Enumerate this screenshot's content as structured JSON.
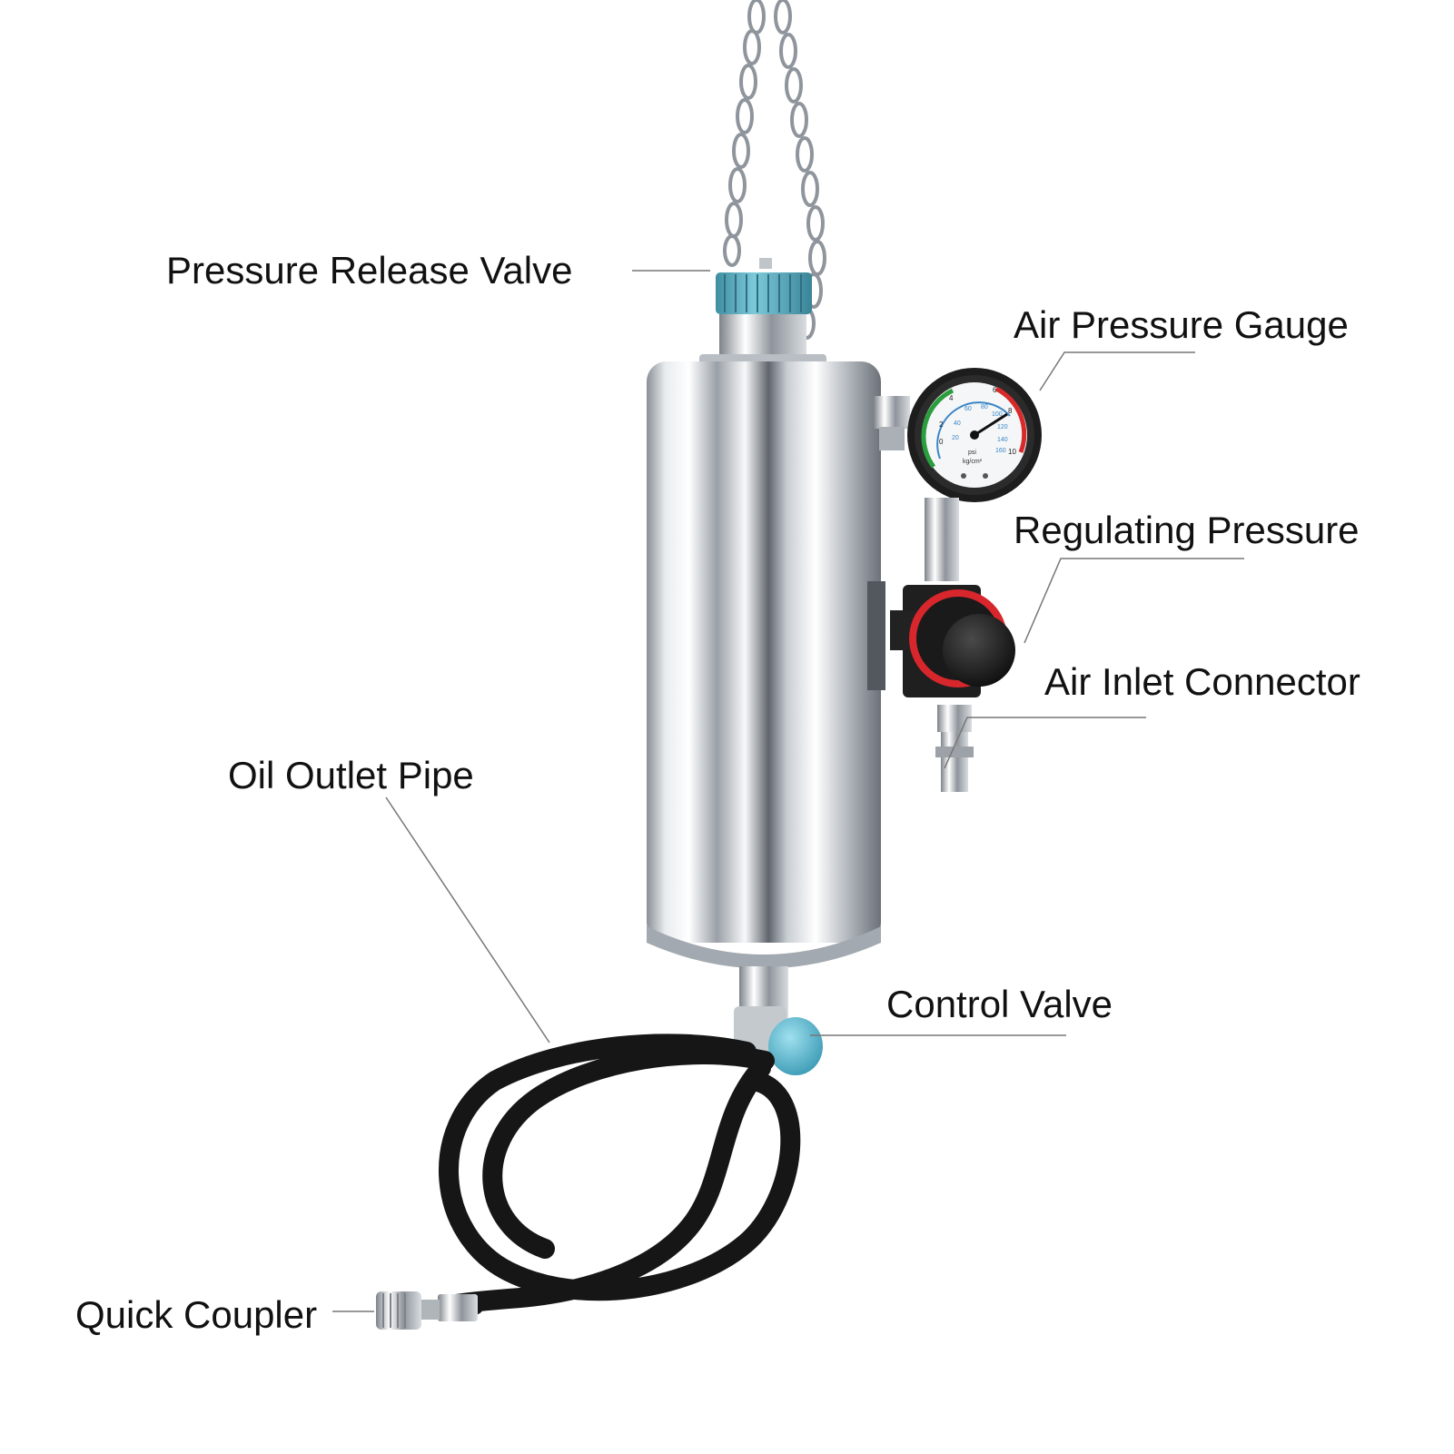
{
  "labels": {
    "pressure_release_valve": "Pressure Release Valve",
    "air_pressure_gauge": "Air Pressure Gauge",
    "regulating_pressure": "Regulating Pressure",
    "air_inlet_connector": "Air Inlet Connector",
    "oil_outlet_pipe": "Oil Outlet Pipe",
    "control_valve": "Control Valve",
    "quick_coupler": "Quick Coupler"
  },
  "gauge": {
    "outer_scale": [
      "0",
      "2",
      "4",
      "6",
      "8",
      "10"
    ],
    "inner_scale": [
      "20",
      "40",
      "60",
      "80",
      "100",
      "120",
      "140",
      "160"
    ],
    "unit_psi": "psi",
    "unit_kg": "kg/cm²"
  },
  "colors": {
    "cap_blue": "#5ab4c9",
    "valve_blue": "#66c4dc",
    "regulator_red": "#d7262c",
    "hose_black": "#151515",
    "steel_light": "#f2f4f6",
    "steel_dark": "#6f757c"
  }
}
